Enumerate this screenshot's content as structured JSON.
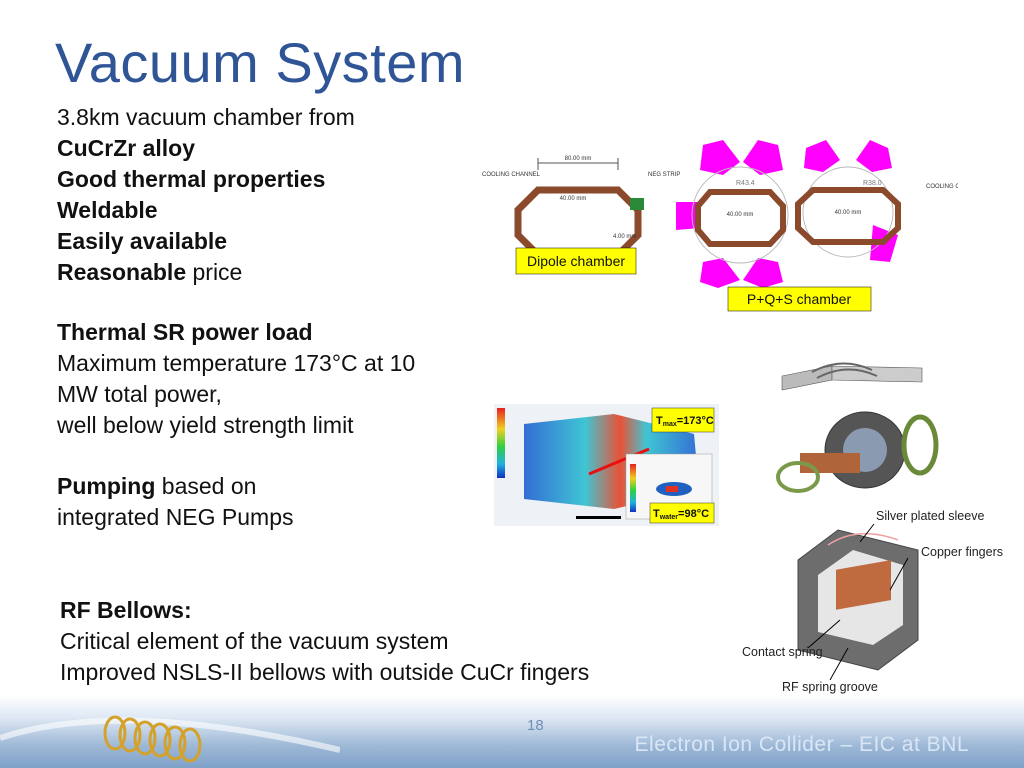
{
  "title": "Vacuum System",
  "intro": {
    "line1": "3.8km vacuum chamber from",
    "line2": "CuCrZr alloy",
    "line3": "Good thermal properties",
    "line4": "Weldable",
    "line5": "Easily available",
    "line6_bold": "Reasonable",
    "line6_rest": " price"
  },
  "thermal": {
    "heading": "Thermal SR power load",
    "line1": "Maximum temperature 173°C at 10",
    "line2": "MW total power,",
    "line3": "well below yield strength limit"
  },
  "pumping": {
    "bold": "Pumping",
    "rest": " based on",
    "line2": "integrated NEG Pumps"
  },
  "rf": {
    "heading": "RF Bellows:",
    "line1": "Critical element of the vacuum system",
    "line2": "Improved NSLS-II bellows with outside CuCr fingers"
  },
  "chamber_figure": {
    "dipole_label": "Dipole chamber",
    "pqs_label": "P+Q+S chamber",
    "cooling_channel": "COOLING CHANNEL",
    "neg_strip": "NEG STRIP",
    "width_dim": "80.00 mm",
    "height_dim": "40.00 mm",
    "thickness_dim": "4.00 mm",
    "r1": "R43.4",
    "r2": "R38.0"
  },
  "thermal_figure": {
    "tmax": "T",
    "tmax_sub": "max",
    "tmax_val": "=173°C",
    "twater": "T",
    "twater_sub": "water",
    "twater_val": "=98°C"
  },
  "bellows_captions": {
    "silver": "Silver plated sleeve",
    "copper": "Copper fingers",
    "contact": "Contact spring",
    "groove": "RF spring groove"
  },
  "footer": {
    "page": "18",
    "text": "Electron Ion Collider – EIC at BNL"
  },
  "colors": {
    "title": "#2f5597",
    "magenta": "#ff00ff",
    "chamber": "#8b4a2b",
    "label_bg": "#ffff00"
  }
}
